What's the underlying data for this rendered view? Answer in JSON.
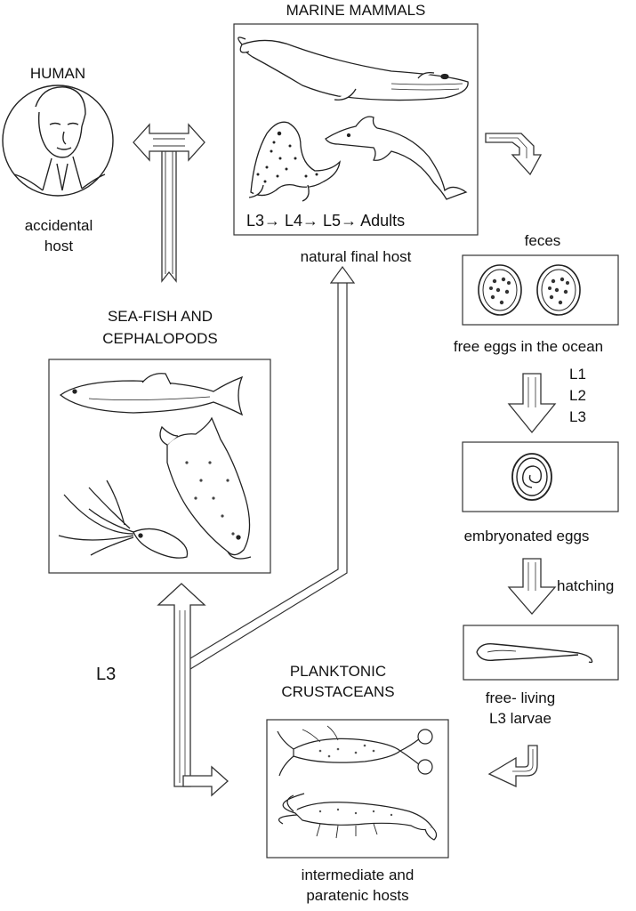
{
  "human": {
    "title": "HUMAN",
    "role_line1": "accidental",
    "role_line2": "host"
  },
  "marine_mammals": {
    "title": "MARINE MAMMALS",
    "stages": "L3→ L4→ L5→ Adults",
    "role": "natural final host"
  },
  "feces": {
    "label": "feces"
  },
  "free_eggs": {
    "label": "free eggs in the ocean"
  },
  "larval_stages": [
    "L1",
    "L2",
    "L3"
  ],
  "embryonated": {
    "label": "embryonated eggs"
  },
  "hatching": {
    "label": "hatching"
  },
  "free_living": {
    "line1": "free- living",
    "line2": "L3 larvae"
  },
  "crustaceans": {
    "title_line1": "PLANKTONIC",
    "title_line2": "CRUSTACEANS",
    "role_line1": "intermediate and",
    "role_line2": "paratenic hosts"
  },
  "fish": {
    "title_line1": "SEA-FISH AND",
    "title_line2": "CEPHALOPODS"
  },
  "l3_label": "L3",
  "icons": [
    "human-portrait-icon",
    "whale-icon",
    "seal-icon",
    "dolphin-icon",
    "egg-icon",
    "embryonated-egg-icon",
    "larva-icon",
    "herring-icon",
    "salmon-icon",
    "squid-icon",
    "copepod-icon",
    "shrimp-icon"
  ]
}
